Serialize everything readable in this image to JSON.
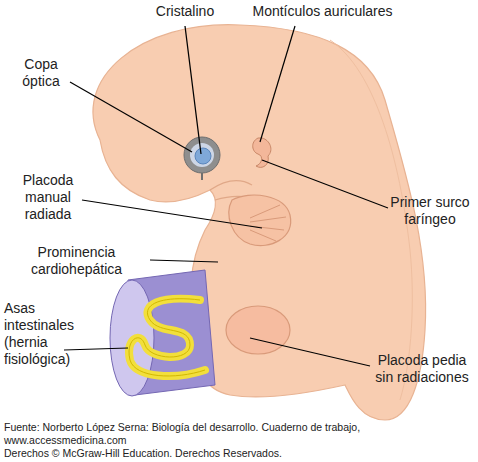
{
  "diagram": {
    "caption": "Fuente: Norberto López Serna: Biología del desarrollo. Cuaderno de trabajo, www.accessmedicina.com",
    "labels": [
      "Cristalino",
      "Montículos auriculares",
      "Copa óptica",
      "Placoda manual radiada",
      "Primer surco faríngeo",
      "Prominencia cardiohepática",
      "Asas intestinales (hernia fisiológica)",
      "Placoda pedia sin radiaciones",
      "Derechos © McGraw-Hill Education. Derechos Reservados."
    ]
  }
}
